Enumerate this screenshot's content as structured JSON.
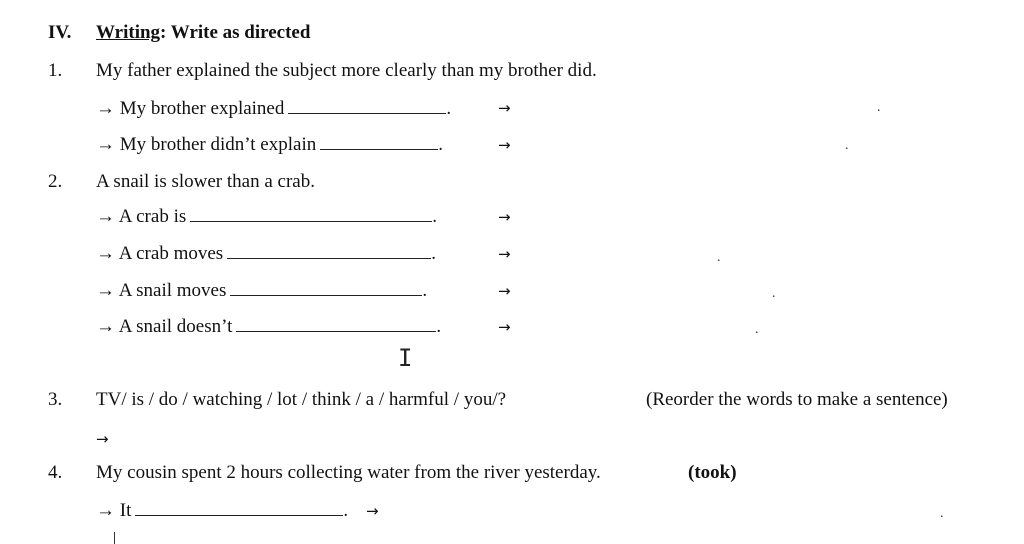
{
  "section": {
    "roman": "IV.",
    "title_underlined": "Writing",
    "title_rest": ": Write as directed"
  },
  "questions": [
    {
      "number": "1.",
      "prompt": "My father explained the subject more clearly than my brother did.",
      "answers": [
        "→ My brother explained",
        "→ My brother didn’t explain"
      ]
    },
    {
      "number": "2.",
      "prompt": "A snail is slower than a crab.",
      "answers": [
        "→ A crab is",
        "→ A crab moves",
        "→ A snail moves",
        "→ A snail doesn’t"
      ]
    },
    {
      "number": "3.",
      "prompt": "TV/ is / do / watching / lot / think / a / harmful / you/?",
      "instruction": "(Reorder the words to make a sentence)",
      "answers": [
        "→"
      ]
    },
    {
      "number": "4.",
      "prompt": "My cousin spent 2 hours collecting water from the river yesterday.",
      "instruction": "(took)",
      "answers": [
        "→ It"
      ]
    }
  ],
  "answer_arrow": "→",
  "period": ".",
  "cursor_glyph": "I"
}
